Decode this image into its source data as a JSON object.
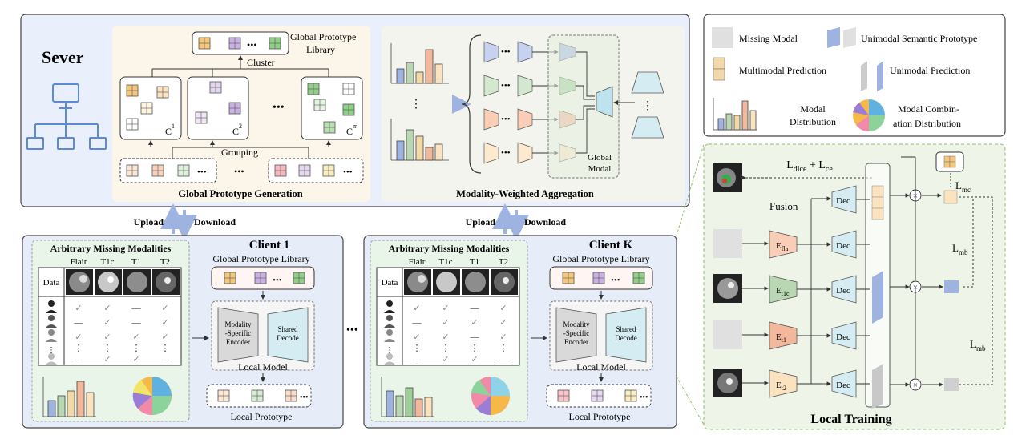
{
  "server": {
    "title": "Sever",
    "library_label": "Global Prototype Library",
    "library_label_l1": "Global Prototype",
    "library_label_l2": "Library",
    "cluster": "Cluster",
    "grouping": "Grouping",
    "clusters": [
      "C",
      "C",
      "C"
    ],
    "cluster_sup": [
      "1",
      "2",
      "m"
    ],
    "gpg_title": "Global Prototype Generation",
    "mwa_title": "Modality-Weighted Aggregation",
    "global_modal_l1": "Global",
    "global_modal_l2": "Modal"
  },
  "upload": "Upload",
  "download": "Download",
  "legend": {
    "missing": "Missing Modal",
    "unimodal_proto": "Unimodal Semantic Prototype",
    "multimodal_pred": "Multimodal Prediction",
    "unimodal_pred": "Unimodal Prediction",
    "modal_dist_l1": "Modal",
    "modal_dist_l2": "Distribution",
    "combo_l1": "Modal Combin-",
    "combo_l2": "ation Distribution"
  },
  "clients": [
    {
      "title": "Client 1"
    },
    {
      "title": "Client K"
    }
  ],
  "client_common": {
    "missing_title": "Arbitrary Missing Modalities",
    "modalities": [
      "Flair",
      "T1c",
      "T1",
      "T2"
    ],
    "data_label": "Data",
    "library": "Global Prototype Library",
    "encoder_l1": "Modality",
    "encoder_l2": "-Specific",
    "encoder_l3": "Encoder",
    "decoder_l1": "Shared",
    "decoder_l2": "Decode",
    "local_model": "Local Model",
    "local_proto": "Local Prototype"
  },
  "local_training": {
    "title": "Local Training",
    "loss_top": "L",
    "loss_top_sub1": "dice",
    "loss_top_plus": " + L",
    "loss_top_sub2": "ce",
    "l_mc": "mc",
    "l_mb": "mb",
    "fusion": "Fusion",
    "encoders": [
      "fla",
      "t1c",
      "t1",
      "t2"
    ],
    "dec": "Dec"
  },
  "colors": {
    "flair": "#f4d9a8",
    "t1c": "#b9d7b2",
    "t1": "#f3b79b",
    "t2": "#fbe3c0",
    "blue": "#9fb3e0",
    "purple": "#d6c0e6",
    "green": "#9fcf98",
    "server_bg": "#eaf0fb",
    "client_bg": "#e6edf9"
  }
}
